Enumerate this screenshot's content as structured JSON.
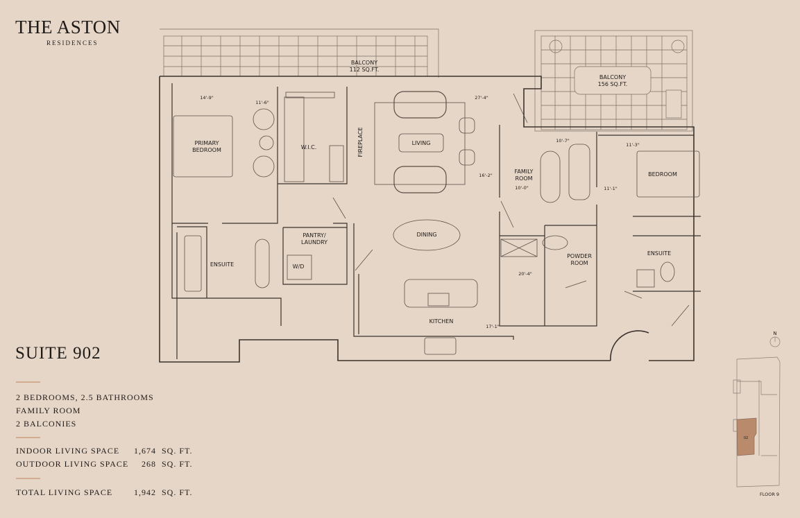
{
  "brand": {
    "name": "THE ASTON",
    "sub": "RESIDENCES"
  },
  "suite": {
    "title": "SUITE 902"
  },
  "features": [
    "2 BEDROOMS, 2.5 BATHROOMS",
    "FAMILY ROOM",
    "2 BALCONIES"
  ],
  "areas": {
    "indoor": {
      "label": "INDOOR LIVING SPACE",
      "value": "1,674",
      "unit": "SQ. FT."
    },
    "outdoor": {
      "label": "OUTDOOR LIVING SPACE",
      "value": "268",
      "unit": "SQ. FT."
    },
    "total": {
      "label": "TOTAL LIVING SPACE",
      "value": "1,942",
      "unit": "SQ. FT."
    }
  },
  "rooms": {
    "balcony1": "BALCONY\n112 SQ.FT.",
    "balcony2": "BALCONY\n156 SQ.FT.",
    "primary_bedroom": "PRIMARY\nBEDROOM",
    "wic": "W.I.C.",
    "fireplace": "FIREPLACE",
    "living": "LIVING",
    "family_room": "FAMILY\nROOM",
    "bedroom": "BEDROOM",
    "ensuite1": "ENSUITE",
    "pantry": "PANTRY/\nLAUNDRY",
    "wd": "W/D",
    "dining": "DINING",
    "powder": "POWDER\nROOM",
    "ensuite2": "ENSUITE",
    "kitchen": "KITCHEN"
  },
  "dimensions": {
    "d1": "14'-9\"",
    "d2": "11'-6\"",
    "d3": "27'-4\"",
    "d4": "16'-2\"",
    "d5": "10'-0\"",
    "d6": "10'-7\"",
    "d7": "11'-3\"",
    "d8": "11'-1\"",
    "d9": "20'-4\"",
    "d10": "17'-1\""
  },
  "keyplan": {
    "north": "N",
    "unit": "02",
    "floor": "FLOOR 9",
    "highlight": "#b98a6c"
  }
}
